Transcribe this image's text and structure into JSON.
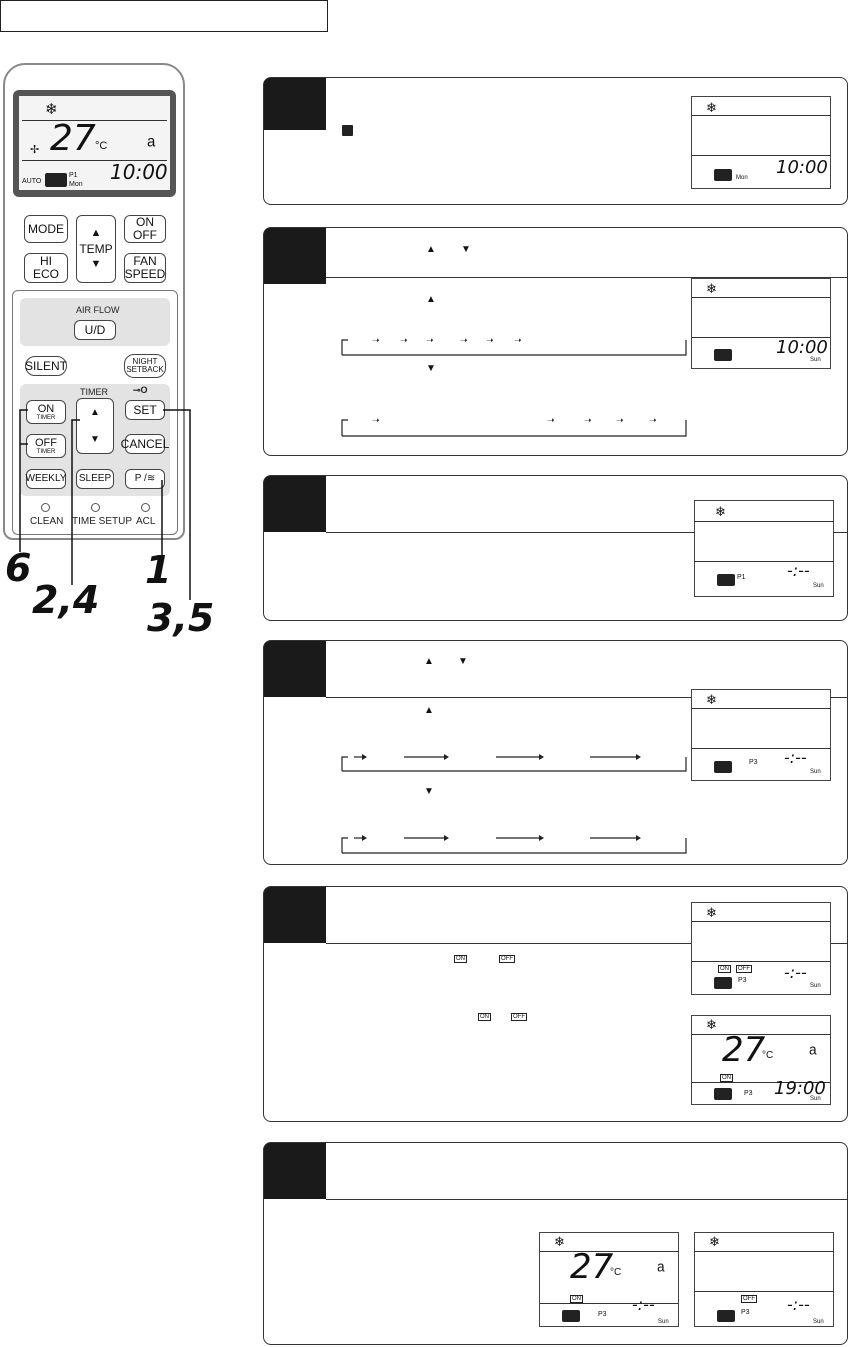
{
  "remote": {
    "lcd": {
      "temp": "27",
      "unit": "°C",
      "time": "10:00",
      "program": "P1",
      "mode": "AUTO",
      "day": "Mon"
    },
    "buttons": {
      "mode": "MODE",
      "temp": "TEMP",
      "on_off": "ON\nOFF",
      "hi_eco": "HI\nECO",
      "fan_speed": "FAN\nSPEED",
      "air_flow": "AIR FLOW",
      "ud": "U/D",
      "silent": "SILENT",
      "night_setback": "NIGHT\nSETBACK",
      "timer": "TIMER",
      "on_timer": "ON",
      "on_timer_sub": "TIMER",
      "off_timer": "OFF",
      "off_timer_sub": "TIMER",
      "set": "SET",
      "cancel": "CANCEL",
      "weekly": "WEEKLY",
      "sleep": "SLEEP",
      "p": "P / ",
      "clean": "CLEAN",
      "time_setup": "TIME SETUP",
      "acl": "ACL"
    },
    "callouts": {
      "c6": "6",
      "c24": "2,4",
      "c1": "1",
      "c35": "3,5"
    }
  },
  "displays": {
    "s1": {
      "time": "10:00",
      "day": "Mon"
    },
    "s2": {
      "time": "10:00",
      "day": "Sun"
    },
    "s3": {
      "time": "-:--",
      "program": "P1",
      "day": "Sun"
    },
    "s4": {
      "time": "-:--",
      "program": "P3",
      "day": "Sun"
    },
    "s5a": {
      "time": "-:--",
      "program": "P3",
      "day": "Sun",
      "on": "ON",
      "off": "OFF"
    },
    "s5b": {
      "temp": "27",
      "unit": "°C",
      "time": "19:00",
      "program": "P3",
      "day": "Sun",
      "on": "ON"
    },
    "s6a": {
      "temp": "27",
      "unit": "°C",
      "time": "-:--",
      "program": "P3",
      "day": "Sun",
      "on": "ON"
    },
    "s6b": {
      "time": "-:--",
      "program": "P3",
      "day": "Sun",
      "off": "OFF"
    }
  },
  "inline": {
    "on": "ON",
    "off": "OFF",
    "up": "▲",
    "down": "▼"
  },
  "colors": {
    "block": "#1a1a1a",
    "lcd_frame": "#555555",
    "panel": "#e3e3e3"
  }
}
